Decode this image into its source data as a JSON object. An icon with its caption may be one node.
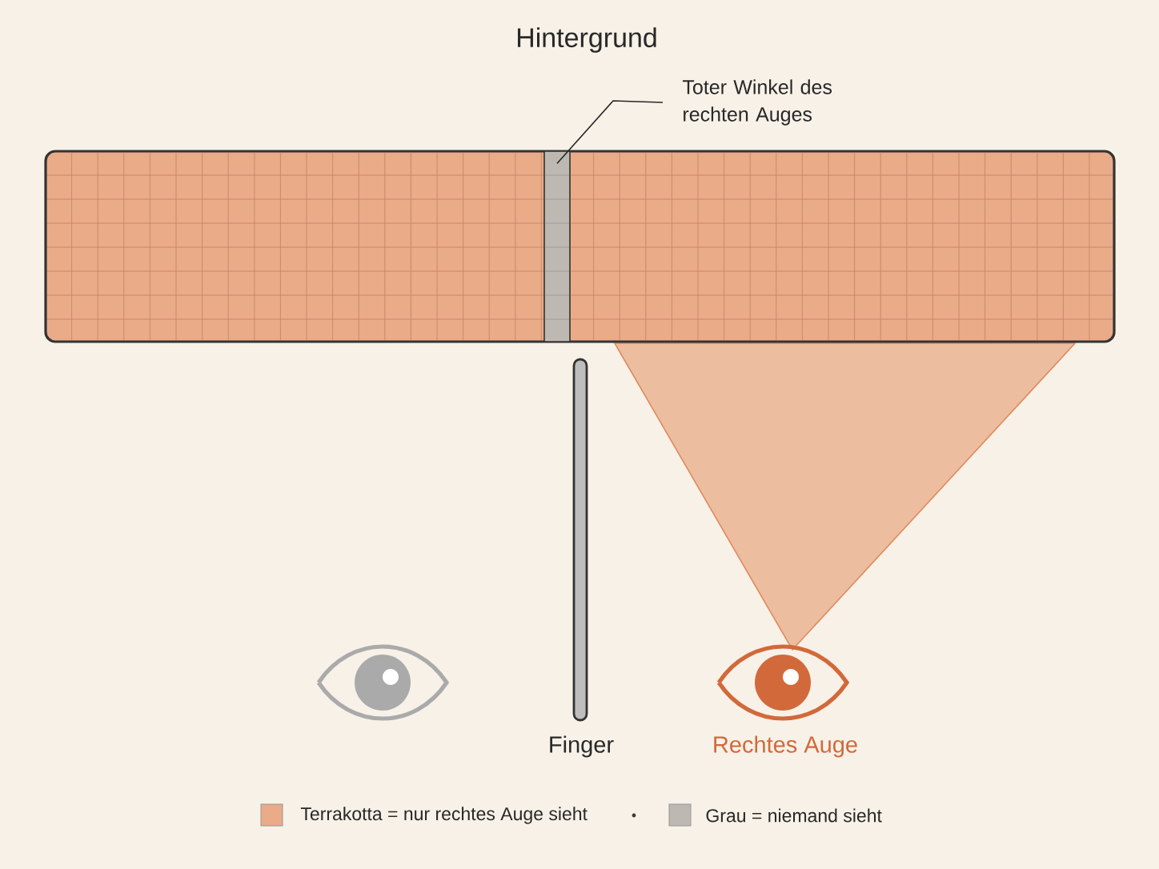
{
  "diagram": {
    "title": "Hintergrund",
    "nodes": [
      {
        "text": [
          "Toter Winkel des rechten Auges"
        ]
      },
      {
        "text": [],
        "shape": "bar"
      },
      {
        "text": [],
        "shape": "triangle"
      },
      {
        "text": [
          "Finger"
        ]
      }
    ],
    "edges": [
      {
        "from": 0,
        "to": 1,
        "arrow": "none"
      }
    ],
    "labels": [
      "Rechtes Auge"
    ],
    "legend": [
      {
        "text": "Terrakotta = nur rechtes Auge sieht",
        "color": "#e9ab88"
      },
      {
        "text": "Grau = niemand sieht",
        "color": "#bdb9b2"
      }
    ]
  }
}
